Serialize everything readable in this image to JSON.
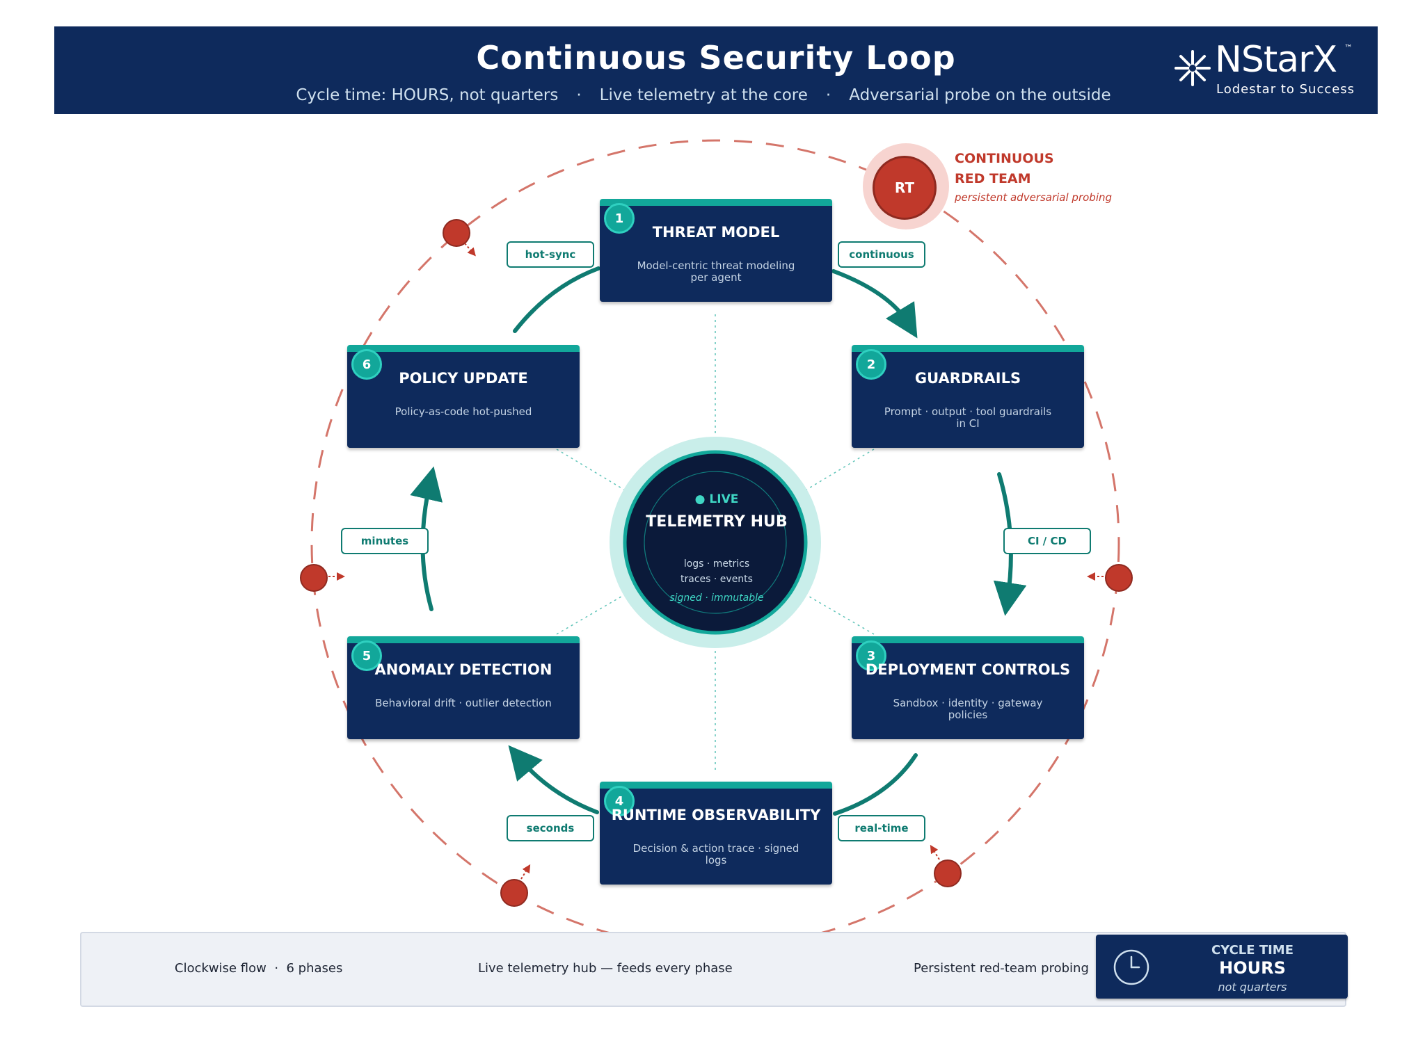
{
  "header": {
    "title": "Continuous Security Loop",
    "subtitle_parts": [
      "Cycle time: HOURS, not quarters",
      "Live telemetry at the core",
      "Adversarial probe on the outside"
    ],
    "separator": "·"
  },
  "logo": {
    "name": "NStarX",
    "trademark": "™",
    "tagline": "Lodestar to Success",
    "icon": "asterisk-star-icon"
  },
  "phases": [
    {
      "number": "1",
      "title": "THREAT MODEL",
      "description": "Model-centric threat modeling per agent"
    },
    {
      "number": "2",
      "title": "GUARDRAILS",
      "description": "Prompt · output · tool guardrails in CI"
    },
    {
      "number": "3",
      "title": "DEPLOYMENT CONTROLS",
      "description": "Sandbox · identity · gateway policies"
    },
    {
      "number": "4",
      "title": "RUNTIME OBSERVABILITY",
      "description": "Decision & action trace · signed logs"
    },
    {
      "number": "5",
      "title": "ANOMALY DETECTION",
      "description": "Behavioral drift · outlier detection"
    },
    {
      "number": "6",
      "title": "POLICY UPDATE",
      "description": "Policy-as-code hot-pushed"
    }
  ],
  "transitions": [
    "continuous",
    "CI / CD",
    "real-time",
    "seconds",
    "minutes",
    "hot-sync"
  ],
  "hub": {
    "live": "● LIVE",
    "title": "TELEMETRY HUB",
    "line1": "logs · metrics",
    "line2": "traces · events",
    "signature": "signed · immutable"
  },
  "red_team": {
    "badge": "RT",
    "title_line1": "CONTINUOUS",
    "title_line2": "RED TEAM",
    "subtitle": "persistent adversarial probing"
  },
  "legend": {
    "flow": "Clockwise flow  ·  6 phases",
    "hub": "Live telemetry hub — feeds every phase",
    "red": "Persistent red-team probing",
    "cycle_label": "CYCLE TIME",
    "cycle_value": "HOURS",
    "cycle_note": "not quarters",
    "clock_icon": "clock-icon"
  },
  "colors": {
    "navy": "#0e2a5c",
    "teal": "#12a79a",
    "teal_dark": "#0f7b71",
    "red": "#c0392b",
    "hub_dark": "#0b1a3a"
  }
}
